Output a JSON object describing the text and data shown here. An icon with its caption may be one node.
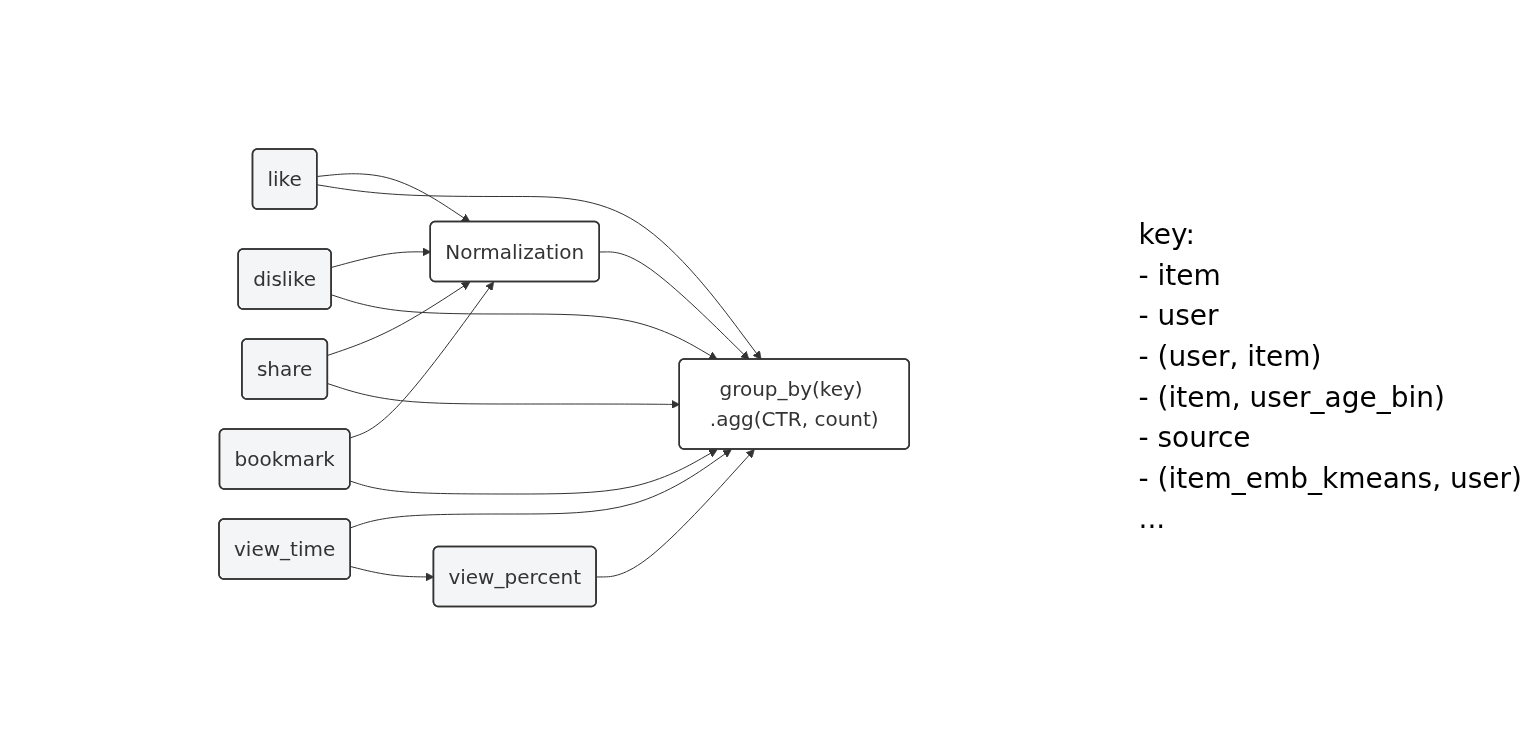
{
  "diagram": {
    "nodes": [
      {
        "text": [
          "Normalization"
        ]
      },
      {
        "text": [
          "like"
        ]
      },
      {
        "text": [
          "dislike"
        ]
      },
      {
        "text": [
          "share"
        ]
      },
      {
        "text": [
          "bookmark"
        ]
      },
      {
        "text": [
          "view_time"
        ]
      },
      {
        "text": [
          "view_percent"
        ]
      },
      {
        "text": [
          "group_by(key) .agg(CTR, count)"
        ]
      }
    ],
    "edges": [
      {
        "from": 1,
        "to": 0,
        "arrow": "to"
      },
      {
        "from": 2,
        "to": 0,
        "arrow": "to"
      },
      {
        "from": 3,
        "to": 0,
        "arrow": "to"
      },
      {
        "from": 4,
        "to": 0,
        "arrow": "to"
      },
      {
        "from": 0,
        "to": 7,
        "arrow": "to"
      },
      {
        "from": 1,
        "to": 7,
        "arrow": "to"
      },
      {
        "from": 2,
        "to": 7,
        "arrow": "to"
      },
      {
        "from": 3,
        "to": 7,
        "arrow": "to"
      },
      {
        "from": 4,
        "to": 7,
        "arrow": "to"
      },
      {
        "from": 5,
        "to": 7,
        "arrow": "to"
      },
      {
        "from": 5,
        "to": 6,
        "arrow": "to"
      },
      {
        "from": 6,
        "to": 7,
        "arrow": "to"
      }
    ],
    "labels": [
      "key:",
      "- item",
      "- user",
      "- (user, item)",
      "- (item, user_age_bin)",
      "- source",
      "- (item_emb_kmeans, user)",
      "..."
    ]
  }
}
